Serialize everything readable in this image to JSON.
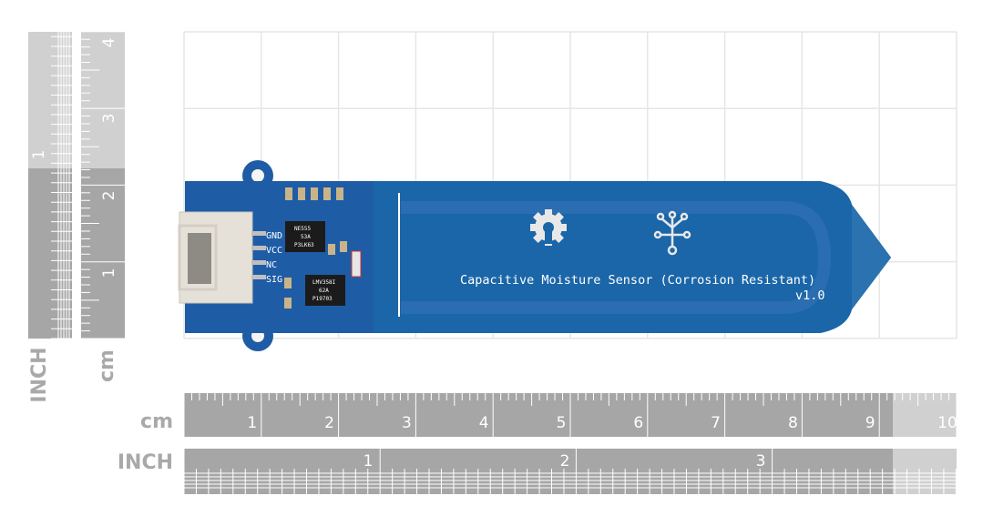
{
  "rulers": {
    "left_inch": {
      "unit": "INCH",
      "labels": [
        "1"
      ]
    },
    "left_cm": {
      "unit": "cm",
      "labels": [
        "1",
        "2",
        "3",
        "4"
      ]
    },
    "bottom_cm": {
      "unit": "cm",
      "labels": [
        "1",
        "2",
        "3",
        "4",
        "5",
        "6",
        "7",
        "8",
        "9",
        "10"
      ]
    },
    "bottom_inch": {
      "unit": "INCH",
      "labels": [
        "1",
        "2",
        "3"
      ]
    }
  },
  "sensor": {
    "title": "Capacitive Moisture Sensor (Corrosion Resistant)",
    "version": "v1.0",
    "pins": [
      "GND",
      "VCC",
      "NC",
      "SIG"
    ],
    "chip1": [
      "NE555",
      "53A",
      "P3LK63"
    ],
    "chip2": [
      "LMV358I",
      "62A",
      "P19703"
    ]
  },
  "colors": {
    "pcb": "#1f5ca6",
    "ruler_dark": "#a6a6a6",
    "ruler_light": "#cfcfcf",
    "grid": "#e4e4e4"
  }
}
